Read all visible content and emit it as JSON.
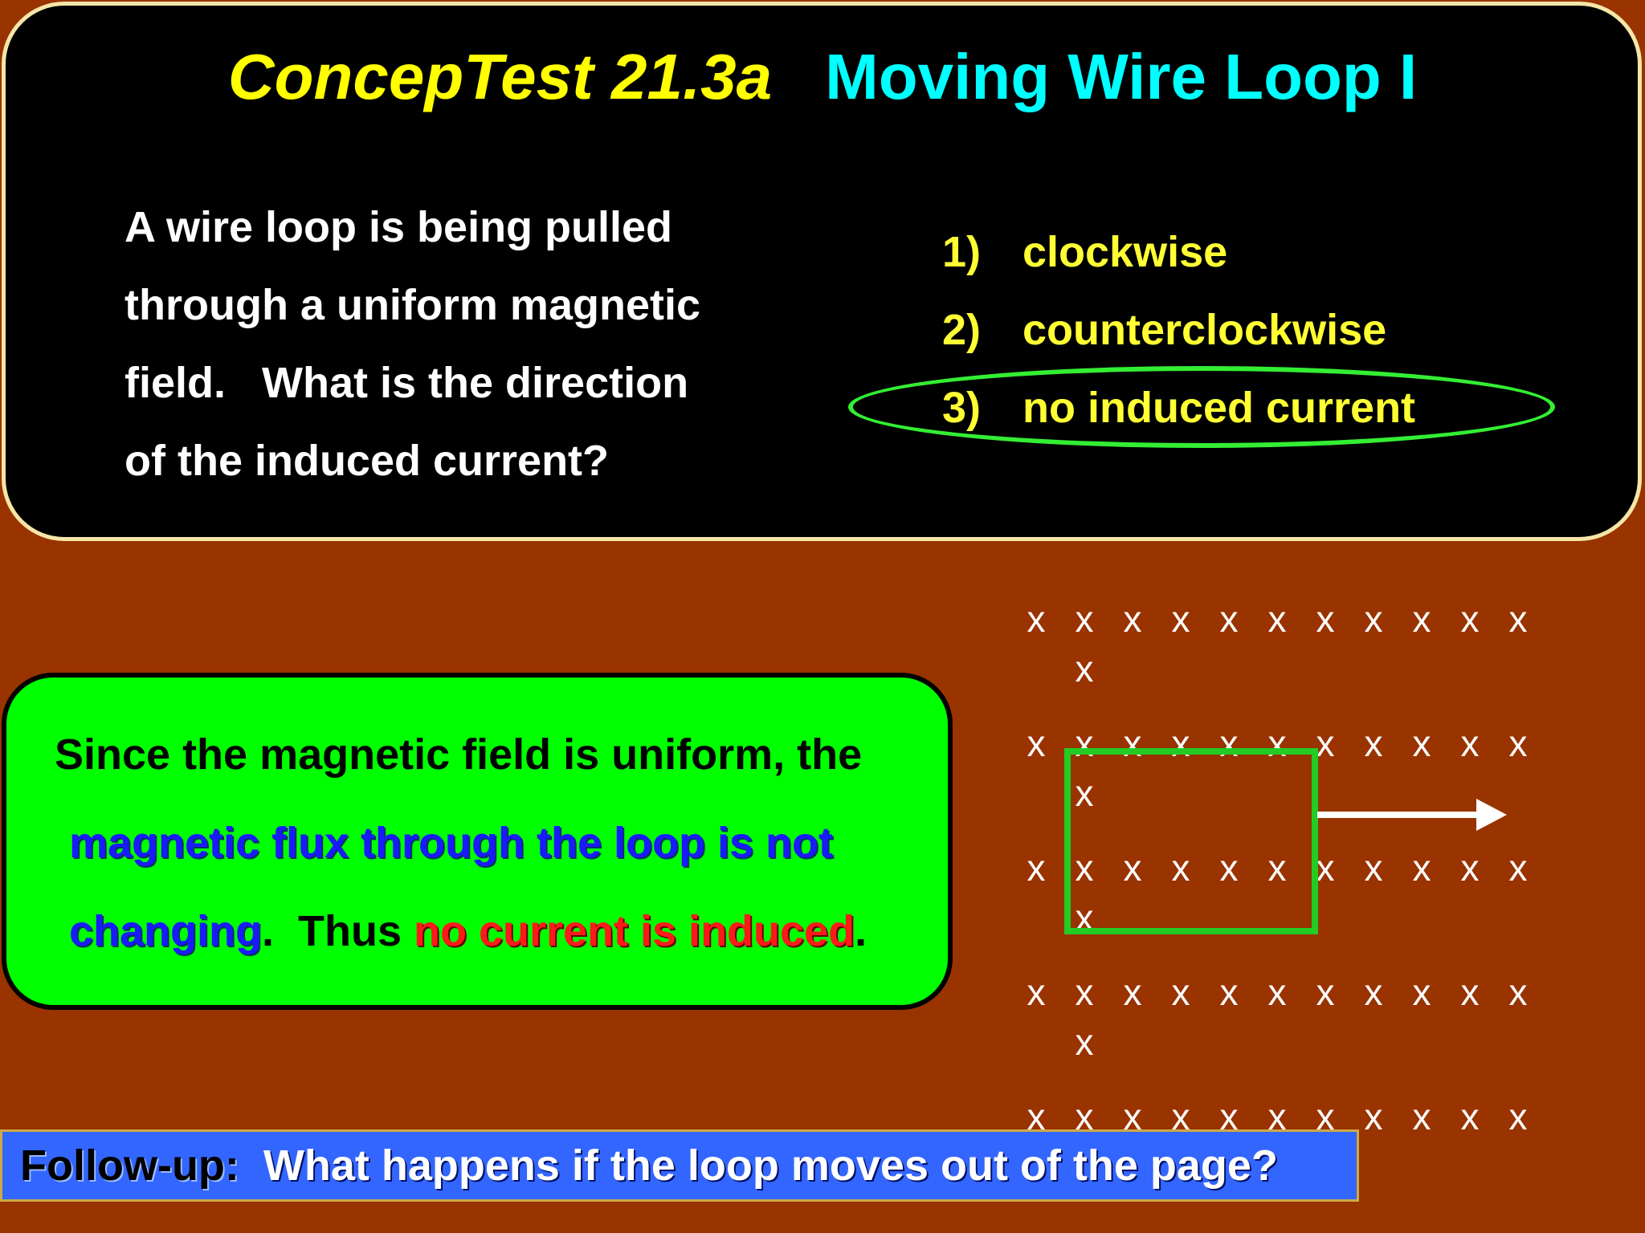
{
  "title": {
    "code": "ConcepTest 21.3a",
    "name": "Moving Wire Loop I"
  },
  "question": {
    "lines": [
      "A wire loop is being pulled",
      "through a uniform magnetic",
      "field.   What is the direction",
      "of the induced current?"
    ]
  },
  "options": [
    {
      "num": "1)",
      "label": "clockwise"
    },
    {
      "num": "2)",
      "label": "counterclockwise"
    },
    {
      "num": "3)",
      "label": "no induced current"
    }
  ],
  "answer": {
    "line1": "Since the magnetic field is uniform, the",
    "line2": "magnetic flux through the loop is not",
    "line3_blue": "changing",
    "line3_mid": ".  Thus ",
    "line3_red": "no current is induced",
    "line3_end": "."
  },
  "field": {
    "symbol": "x"
  },
  "followup": {
    "label": "Follow-up:",
    "text": "  What happens if the loop moves out of the page?"
  },
  "colors": {
    "background": "#993300",
    "title_code": "#ffff00",
    "title_name": "#00ffff",
    "options": "#ffff33",
    "answer_box": "#00ff00",
    "highlight_ellipse": "#33ee33",
    "followup_bar": "#3366ff"
  }
}
